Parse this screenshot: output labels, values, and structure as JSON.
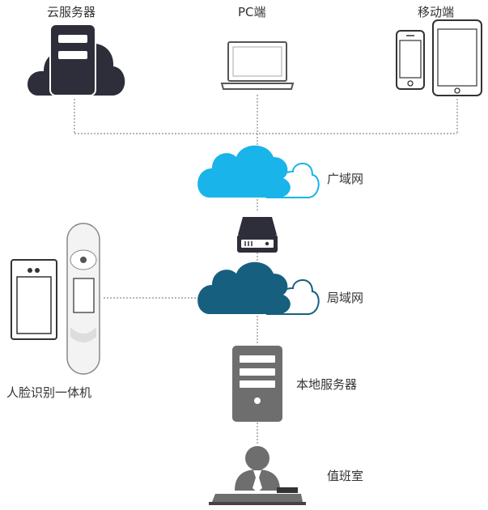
{
  "nodes": {
    "cloud_server": {
      "label": "云服务器",
      "icon": "cloud-server-icon"
    },
    "pc": {
      "label": "PC端",
      "icon": "laptop-icon"
    },
    "mobile": {
      "label": "移动端",
      "icon": "phone-tablet-icon"
    },
    "wan": {
      "label": "广域网",
      "icon": "cloud-icon"
    },
    "gateway": {
      "icon": "network-drive-icon"
    },
    "lan": {
      "label": "局域网",
      "icon": "cloud-icon"
    },
    "face_terminal": {
      "label": "人脸识别一体机",
      "icon": "face-terminal-icon"
    },
    "local_server": {
      "label": "本地服务器",
      "icon": "server-tower-icon"
    },
    "duty_room": {
      "label": "值班室",
      "icon": "operator-icon"
    }
  },
  "colors": {
    "dark": "#2e2e3a",
    "wan_cloud": "#18b4ea",
    "lan_cloud": "#175f7f",
    "server_gray": "#6e6e6e",
    "line": "#888888"
  }
}
